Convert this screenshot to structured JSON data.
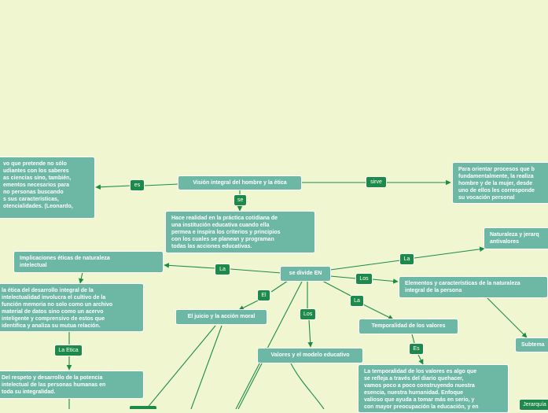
{
  "colors": {
    "background": "#f0f7d0",
    "node": "#6cb8a4",
    "link_tag": "#1e8a4a",
    "edge": "#1e8a4a"
  },
  "nodes": {
    "vision": "Visión integral del hombre y la ética",
    "left_desc": "vo que pretende no sólo\nudiantes con los saberes\nas ciencias sino, también,\nementos necesarios para\nno personas buscando\ns sus características,\notencialidades. (Leonardo,",
    "orient": "Para orientar procesos que b\nfundamentalmente, la realiza\nhombre y de la mujer, desde\nuno de ellos les corresponde\nsu vocación personal",
    "hace": "Hace realidad en la práctica cotidiana de\nuna institución educativa cuando ella\npermea e inspira los criterios y principios\ncon los cuales se planean y programan\ntodas las acciones educativas.",
    "naturaleza_j": "Naturaleza y jerarq\nantivalores",
    "implicaciones": "Implicaciones éticas de naturaleza\nintelectual",
    "se_divide": "se divide EN",
    "elementos": "Elementos y características de la naturaleza\nintegral de la persona",
    "etica_desc": "la ética del desarrollo integral de la\nintelectualidad involucra el cultivo de la\nfunción memoria no solo como un archivo\nmaterial de datos sino como un acervo\ninteligente y comprensivo de estos que\nidentifica y analiza su mutua relación.",
    "juicio": "El juicio y la acción moral",
    "temporalidad": "Temporalidad de los valores",
    "subtema": "Subtema",
    "valores_modelo": "Valores y el modelo educativo",
    "respeto": "Del respeto y desarrollo de la potencia\nintelectual de las personas humanas en\ntoda su integralidad.",
    "temp_desc": "La temporalidad de los valores es algo que\nse refleja a través del diario quehacer,\nvamos poco a poco construyendo nuestra\nesencia, nuestra humanidad. Enfoque\nvalioso que ayuda a tomar más en serio, y\ncon mayor preocupación la educación, y en"
  },
  "tags": {
    "es_left": "es",
    "sirve": "sirve",
    "se": "se",
    "la_right": "La",
    "la_left": "La",
    "los_right": "Los",
    "el": "El",
    "la_low": "La",
    "los_low": "Los",
    "es_low": "Es",
    "la_etica": "La Etica",
    "jerarquia": "Jerarquía"
  }
}
